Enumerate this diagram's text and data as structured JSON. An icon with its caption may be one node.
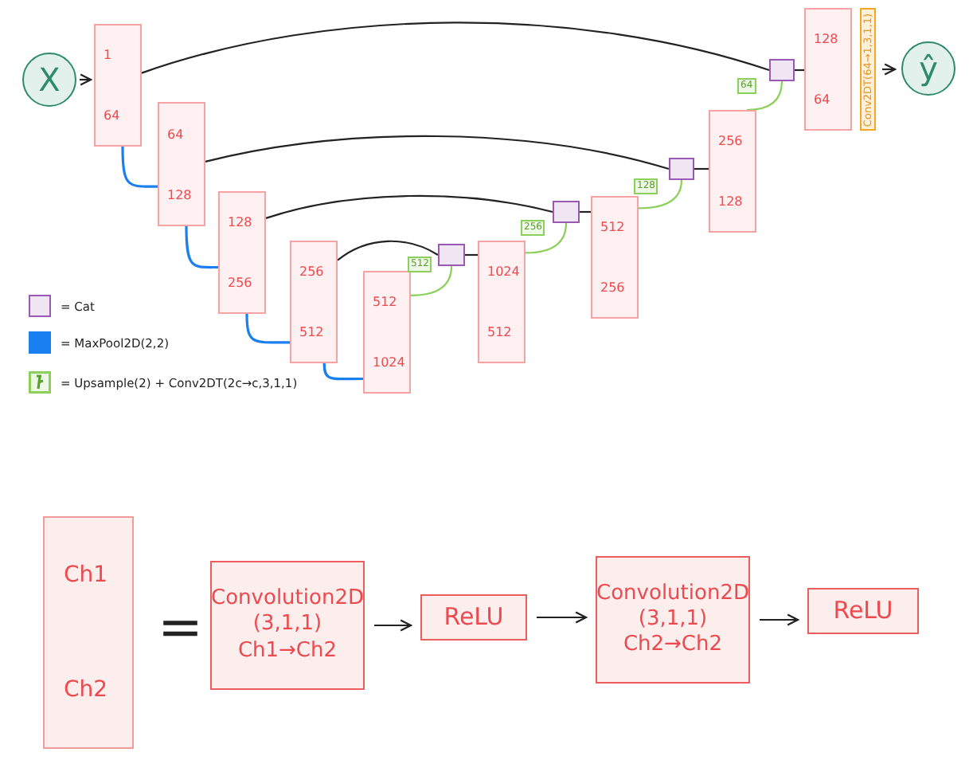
{
  "diagram": {
    "nodes": [
      {
        "text": [
          "X"
        ]
      },
      {
        "text": [
          "1",
          "64"
        ]
      },
      {
        "text": [
          "64",
          "128"
        ]
      },
      {
        "text": [
          "128",
          "256"
        ]
      },
      {
        "text": [
          "256",
          "512"
        ]
      },
      {
        "text": [
          "512",
          "1024"
        ]
      },
      {
        "text": [],
        "shape": "box"
      },
      {
        "text": [
          "1024",
          "512"
        ]
      },
      {
        "text": [],
        "shape": "box"
      },
      {
        "text": [
          "512",
          "256"
        ]
      },
      {
        "text": [],
        "shape": "box"
      },
      {
        "text": [
          "256",
          "128"
        ]
      },
      {
        "text": [],
        "shape": "box"
      },
      {
        "text": [
          "128",
          "64"
        ]
      },
      {
        "text": [
          "Conv2DT(64→1,3,1,1)"
        ]
      },
      {
        "text": [
          "ŷ"
        ]
      },
      {
        "text": [
          "Ch1",
          "Ch2"
        ]
      },
      {
        "text": [
          "Convolution2D",
          "(3,1,1)",
          "Ch1→Ch2"
        ]
      },
      {
        "text": [
          "ReLU"
        ]
      },
      {
        "text": [
          "Convolution2D",
          "(3,1,1)",
          "Ch2→Ch2"
        ]
      },
      {
        "text": [
          "ReLU"
        ]
      }
    ],
    "edges": [
      {
        "from": 0,
        "to": 1,
        "arrow": "to"
      },
      {
        "from": 1,
        "to": 2,
        "arrow": "none",
        "color": "#1a7ff0"
      },
      {
        "from": 2,
        "to": 3,
        "arrow": "none",
        "color": "#1a7ff0"
      },
      {
        "from": 3,
        "to": 4,
        "arrow": "none",
        "color": "#1a7ff0"
      },
      {
        "from": 4,
        "to": 5,
        "arrow": "none",
        "color": "#1a7ff0"
      },
      {
        "from": 1,
        "to": 12,
        "arrow": "none"
      },
      {
        "from": 2,
        "to": 10,
        "arrow": "none"
      },
      {
        "from": 3,
        "to": 8,
        "arrow": "none"
      },
      {
        "from": 4,
        "to": 6,
        "arrow": "none"
      },
      {
        "from": 5,
        "to": 6,
        "arrow": "none",
        "label": "512",
        "color": "#8ccf5a"
      },
      {
        "from": 6,
        "to": 7,
        "arrow": "none"
      },
      {
        "from": 7,
        "to": 8,
        "arrow": "none",
        "label": "256",
        "color": "#8ccf5a"
      },
      {
        "from": 8,
        "to": 9,
        "arrow": "none"
      },
      {
        "from": 9,
        "to": 10,
        "arrow": "none",
        "label": "128",
        "color": "#8ccf5a"
      },
      {
        "from": 10,
        "to": 11,
        "arrow": "none"
      },
      {
        "from": 11,
        "to": 12,
        "arrow": "none",
        "label": "64",
        "color": "#8ccf5a"
      },
      {
        "from": 12,
        "to": 13,
        "arrow": "none"
      },
      {
        "from": 14,
        "to": 15,
        "arrow": "to"
      },
      {
        "from": 17,
        "to": 18,
        "arrow": "to"
      },
      {
        "from": 18,
        "to": 19,
        "arrow": "to"
      },
      {
        "from": 19,
        "to": 20,
        "arrow": "to"
      }
    ],
    "labels": [
      "="
    ],
    "legend": [
      {
        "text": "= Cat",
        "color": "#efe5f3"
      },
      {
        "text": "= MaxPool2D(2,2)",
        "color": "#1a7ff0"
      },
      {
        "text": "= Upsample(2) + Conv2DT(2c→c,3,1,1)"
      }
    ]
  }
}
